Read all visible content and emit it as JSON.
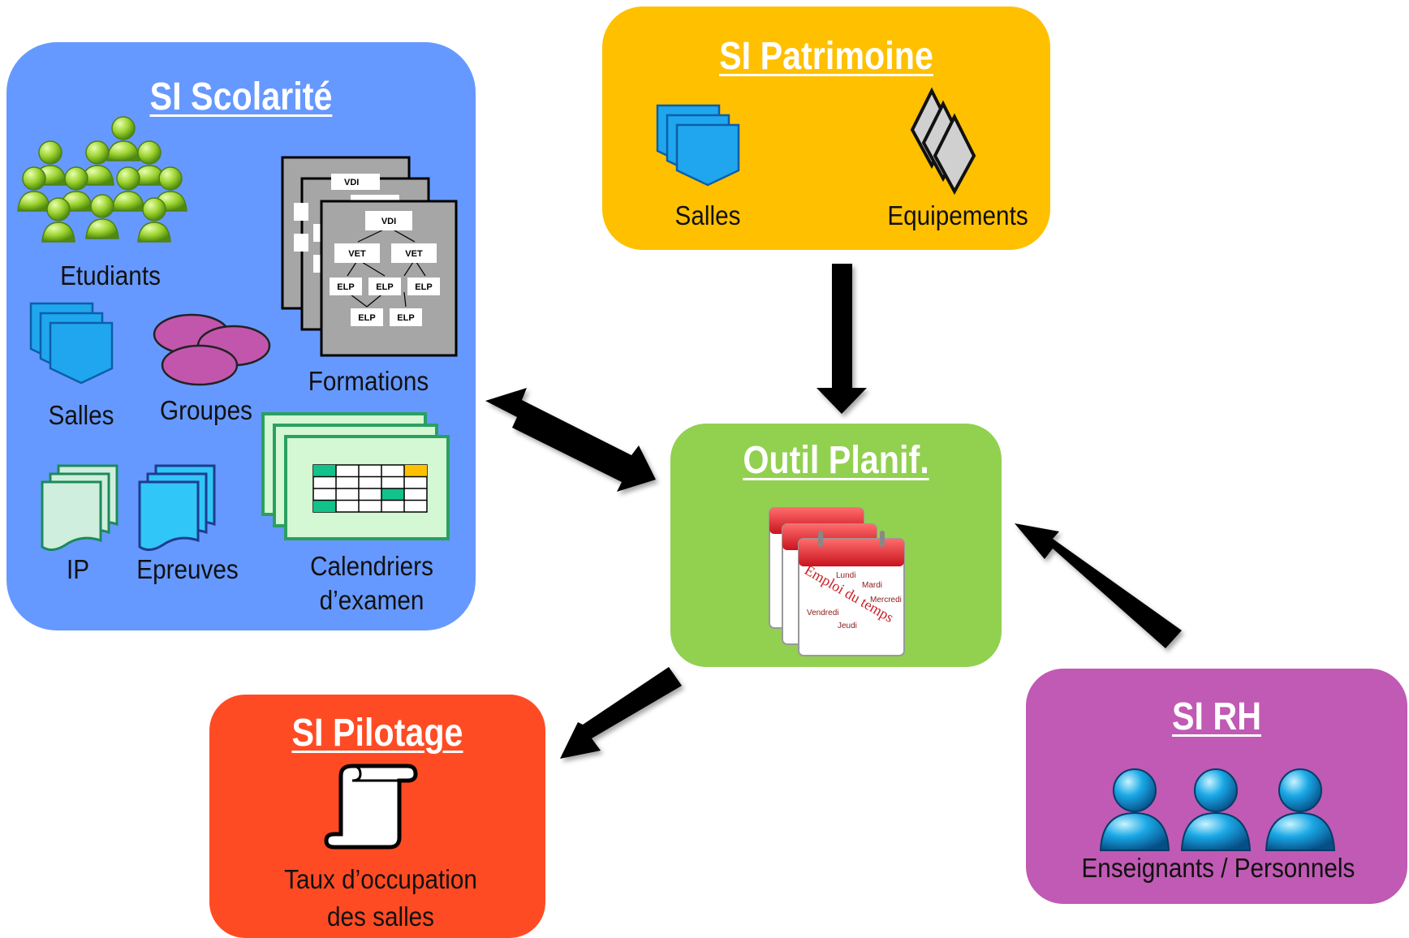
{
  "boxes": {
    "scolarite": {
      "title": "SI Scolarité",
      "color": "#6699FF"
    },
    "patrimoine": {
      "title": "SI Patrimoine",
      "color": "#FFC000"
    },
    "planif": {
      "title": "Outil Planif.",
      "color": "#92D050"
    },
    "pilotage": {
      "title": "SI Pilotage",
      "color": "#FF4B24"
    },
    "rh": {
      "title": "SI RH",
      "color": "#C05AB4"
    }
  },
  "scolarite_items": {
    "etudiants": "Etudiants",
    "salles": "Salles",
    "groupes": "Groupes",
    "formations": "Formations",
    "ip": "IP",
    "epreuves": "Epreuves",
    "calendriers_line1": "Calendriers",
    "calendriers_line2": "d’examen"
  },
  "formation_tree": {
    "root": "VDI",
    "level2": [
      "VET",
      "VET"
    ],
    "level3": [
      "ELP",
      "ELP",
      "ELP"
    ],
    "level4": [
      "ELP",
      "ELP"
    ]
  },
  "patrimoine_items": {
    "salles": "Salles",
    "equipements": "Equipements"
  },
  "planif_calendar": {
    "heading": "Emploi du temps",
    "days": [
      "Lundi",
      "Mardi",
      "Mercredi",
      "Vendredi",
      "Jeudi"
    ]
  },
  "pilotage_items": {
    "line1": "Taux d’occupation",
    "line2": "des salles"
  },
  "rh_items": {
    "label": "Enseignants / Personnels"
  }
}
